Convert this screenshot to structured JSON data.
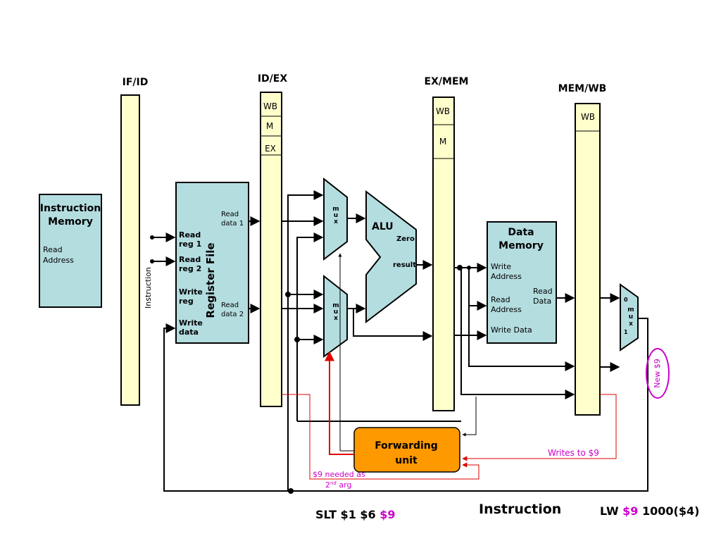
{
  "registers": {
    "if_id": "IF/ID",
    "id_ex": "ID/EX",
    "ex_mem": "EX/MEM",
    "mem_wb": "MEM/WB"
  },
  "id_ex_fields": [
    "WB",
    "M",
    "EX"
  ],
  "ex_mem_fields": [
    "WB",
    "M"
  ],
  "mem_wb_fields": [
    "WB"
  ],
  "instruction_memory": {
    "title_line1": "Instruction",
    "title_line2": "Memory",
    "port_line1": "Read",
    "port_line2": "Address"
  },
  "instruction_wire_label": "Instruction",
  "register_file": {
    "title": "Register File",
    "read_reg1": [
      "Read",
      "reg 1"
    ],
    "read_reg2": [
      "Read",
      "reg 2"
    ],
    "write_reg": [
      "Write",
      "reg"
    ],
    "write_data": [
      "Write",
      "data"
    ],
    "read_data1": [
      "Read",
      "data 1"
    ],
    "read_data2": [
      "Read",
      "data 2"
    ]
  },
  "mux_label": [
    "m",
    "u",
    "x"
  ],
  "alu": {
    "title": "ALU",
    "zero": "Zero",
    "result": "result"
  },
  "data_memory": {
    "title_line1": "Data",
    "title_line2": "Memory",
    "write_address": [
      "Write",
      "Address"
    ],
    "read_address": [
      "Read",
      "Address"
    ],
    "write_data": "Write Data",
    "read_data": [
      "Read",
      "Data"
    ]
  },
  "wb_mux": {
    "in0": "0",
    "in1": "1",
    "label": [
      "m",
      "u",
      "x"
    ]
  },
  "forwarding_unit": [
    "Forwarding",
    "unit"
  ],
  "annotations": {
    "new_value": "New $9",
    "writes_to": "Writes to $9",
    "needed_line1": "$9 needed as",
    "needed_line2_pre": "2",
    "needed_sup": "nd",
    "needed_line2_post": " arg"
  },
  "instructions": {
    "left_prefix": "SLT $1 $6 ",
    "left_reg": "$9",
    "center": "Instruction",
    "right_op": "LW ",
    "right_reg": "$9",
    "right_suffix": " 1000($4)"
  },
  "colors": {
    "register_fill": "#ffffcc",
    "unit_fill": "#b4dde0",
    "forwarding_fill": "#ff9900",
    "highlight": "#cc00cc",
    "forward_path": "#e00000"
  }
}
